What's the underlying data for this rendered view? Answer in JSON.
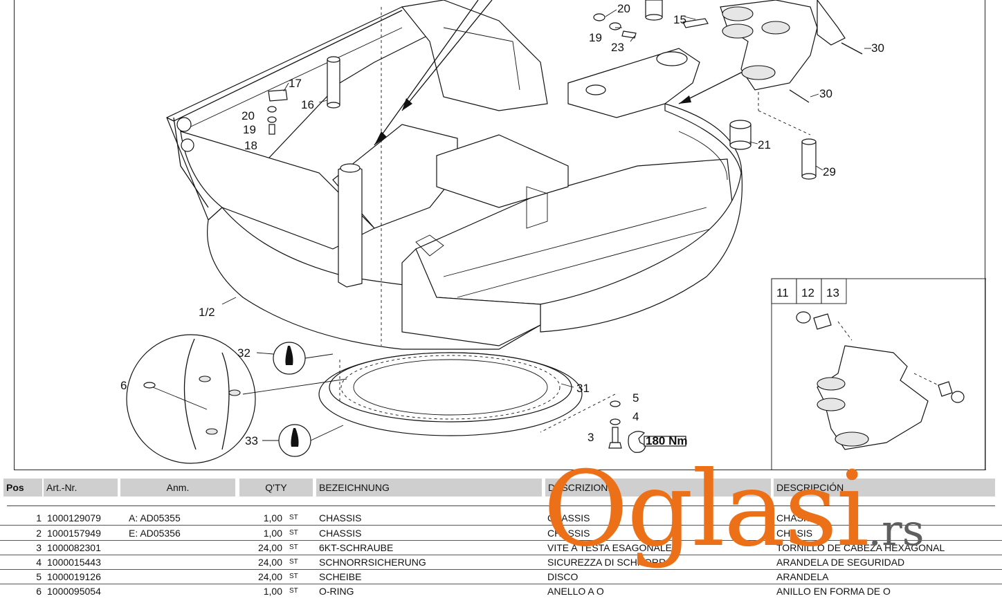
{
  "diagram": {
    "callouts": [
      "20",
      "19",
      "23",
      "15",
      "30",
      "30",
      "17",
      "16",
      "20",
      "19",
      "18",
      "21",
      "29",
      "1/2",
      "32",
      "6",
      "31",
      "5",
      "4",
      "3",
      "33"
    ],
    "torque": "180 Nm",
    "inset_headers": [
      "11",
      "12",
      "13"
    ]
  },
  "table": {
    "headers": {
      "pos": "Pos",
      "art": "Art.-Nr.",
      "anm": "Anm.",
      "qty": "Q'TY",
      "de": "BEZEICHNUNG",
      "it": "DESCRIZIONE",
      "es": "DESCRIPCIÓN"
    },
    "unit": "ST",
    "rows": [
      {
        "pos": "1",
        "art": "1000129079",
        "anm": "A: AD05355",
        "qty": "1,00",
        "de": "CHASSIS",
        "it": "CHASSIS",
        "es": "CHASIS"
      },
      {
        "pos": "2",
        "art": "1000157949",
        "anm": "E: AD05356",
        "qty": "1,00",
        "de": "CHASSIS",
        "it": "CHASSIS",
        "es": "CHASIS"
      },
      {
        "pos": "3",
        "art": "1000082301",
        "anm": "",
        "qty": "24,00",
        "de": "6KT-SCHRAUBE",
        "it": "VITE A TESTA ESAGONALE",
        "es": "TORNILLO DE CABEZA HEXAGONAL"
      },
      {
        "pos": "4",
        "art": "1000015443",
        "anm": "",
        "qty": "24,00",
        "de": "SCHNORRSICHERUNG",
        "it": "SICUREZZA DI SCHNORR",
        "es": "ARANDELA DE SEGURIDAD"
      },
      {
        "pos": "5",
        "art": "1000019126",
        "anm": "",
        "qty": "24,00",
        "de": "SCHEIBE",
        "it": "DISCO",
        "es": "ARANDELA"
      },
      {
        "pos": "6",
        "art": "1000095054",
        "anm": "",
        "qty": "1,00",
        "de": "O-RING",
        "it": "ANELLO A O",
        "es": "ANILLO EN FORMA DE O"
      }
    ]
  },
  "watermark": {
    "brand": "Oglasi",
    "tld": ".rs",
    "brand_color": "#EC7018",
    "tld_color": "#5F5F5F"
  }
}
